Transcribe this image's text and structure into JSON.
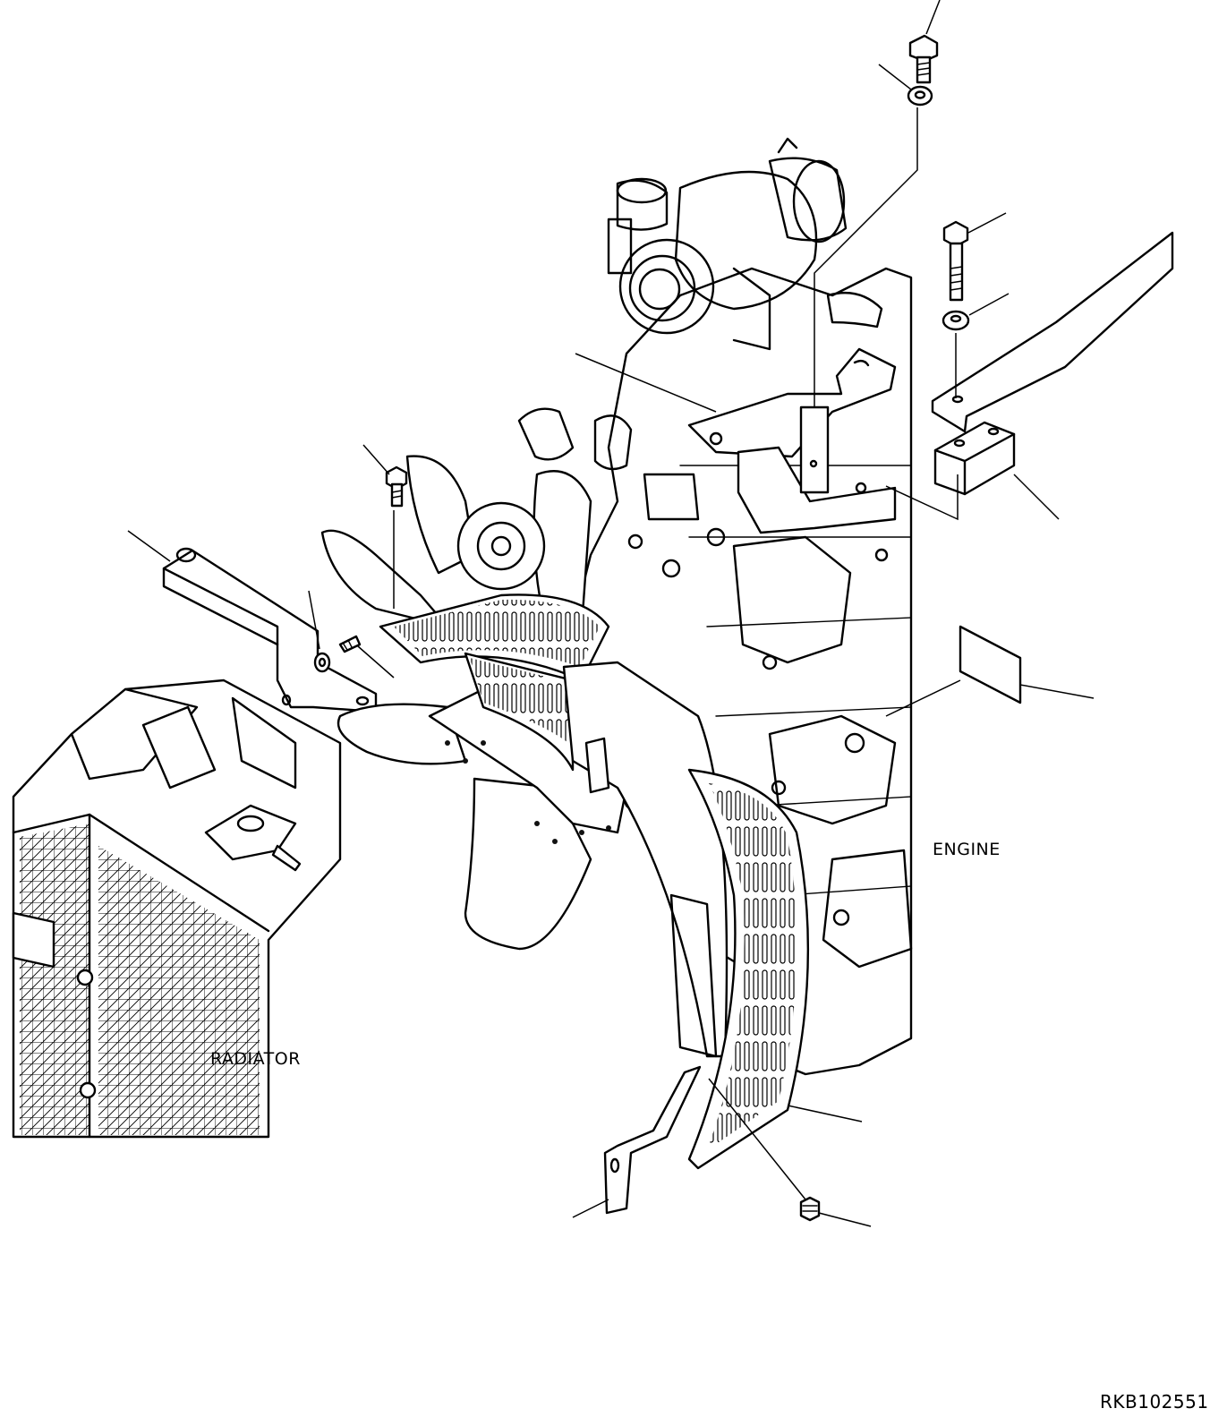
{
  "labels": {
    "engine": "ENGINE",
    "radiator": "RADIATOR",
    "drawing_code": "RKB102551"
  }
}
